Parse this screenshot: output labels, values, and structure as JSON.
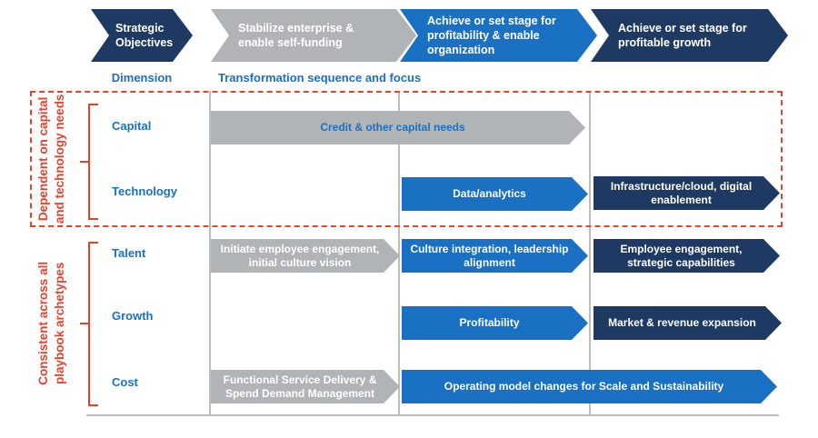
{
  "colors": {
    "navy": "#1e3a63",
    "blue": "#1a70c2",
    "gray": "#b1b4b6",
    "red": "#e8412c",
    "grid_line": "#bcbec0",
    "label_blue": "#1a70c2",
    "background": "#ffffff"
  },
  "header": {
    "stages": [
      {
        "label": "Strategic\nObjectives",
        "color": "navy"
      },
      {
        "label": "Stabilize enterprise &\nenable  self-funding",
        "color": "gray"
      },
      {
        "label": "Achieve or set stage for\nprofitability & enable\norganization",
        "color": "blue"
      },
      {
        "label": "Achieve or set stage for\nprofitable growth",
        "color": "navy"
      }
    ],
    "dimension_label": "Dimension",
    "sequence_label": "Transformation sequence and focus"
  },
  "groups": [
    {
      "label": "Dependent on capital\nand technology needs",
      "rows": [
        "Capital",
        "Technology"
      ]
    },
    {
      "label": "Consistent across all\nplaybook archetypes",
      "rows": [
        "Talent",
        "Growth",
        "Cost"
      ]
    }
  ],
  "rows": [
    {
      "label": "Capital",
      "arrows": [
        {
          "text": "Credit & other capital needs",
          "color": "gray",
          "text_color": "blue"
        }
      ]
    },
    {
      "label": "Technology",
      "arrows": [
        {
          "text": "Data/analytics",
          "color": "blue",
          "text_color": "white"
        },
        {
          "text": "Infrastructure/cloud, digital\nenablement",
          "color": "navy",
          "text_color": "white"
        }
      ]
    },
    {
      "label": "Talent",
      "arrows": [
        {
          "text": "Initiate employee engagement,\ninitial culture vision",
          "color": "gray",
          "text_color": "white"
        },
        {
          "text": "Culture integration, leadership\nalignment",
          "color": "blue",
          "text_color": "white"
        },
        {
          "text": "Employee engagement,\nstrategic capabilities",
          "color": "navy",
          "text_color": "white"
        }
      ]
    },
    {
      "label": "Growth",
      "arrows": [
        {
          "text": "Profitability",
          "color": "blue",
          "text_color": "white"
        },
        {
          "text": "Market & revenue expansion",
          "color": "navy",
          "text_color": "white"
        }
      ]
    },
    {
      "label": "Cost",
      "arrows": [
        {
          "text": "Functional Service Delivery &\nSpend Demand Management",
          "color": "gray",
          "text_color": "white"
        },
        {
          "text": "Operating model changes for Scale and Sustainability",
          "color": "blue",
          "text_color": "white"
        }
      ]
    }
  ]
}
